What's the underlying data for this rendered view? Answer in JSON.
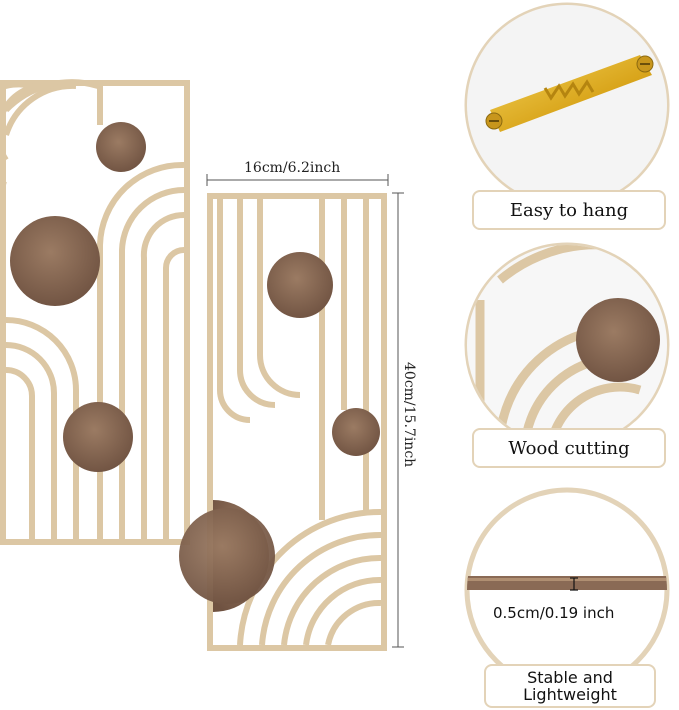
{
  "dimensions": {
    "width_label": "16cm/6.2inch",
    "height_label": "40cm/15.7inch"
  },
  "features": [
    {
      "label": "Easy to hang"
    },
    {
      "label": "Wood cutting"
    },
    {
      "label": "Stable and Lightweight"
    }
  ],
  "thickness_label": "0.5cm/0.19 inch",
  "colors": {
    "light_wood": "#dcc7a4",
    "dark_wood": "#8a6a55",
    "badge_border": "#e3d3b8",
    "brass": "#e3b834"
  }
}
